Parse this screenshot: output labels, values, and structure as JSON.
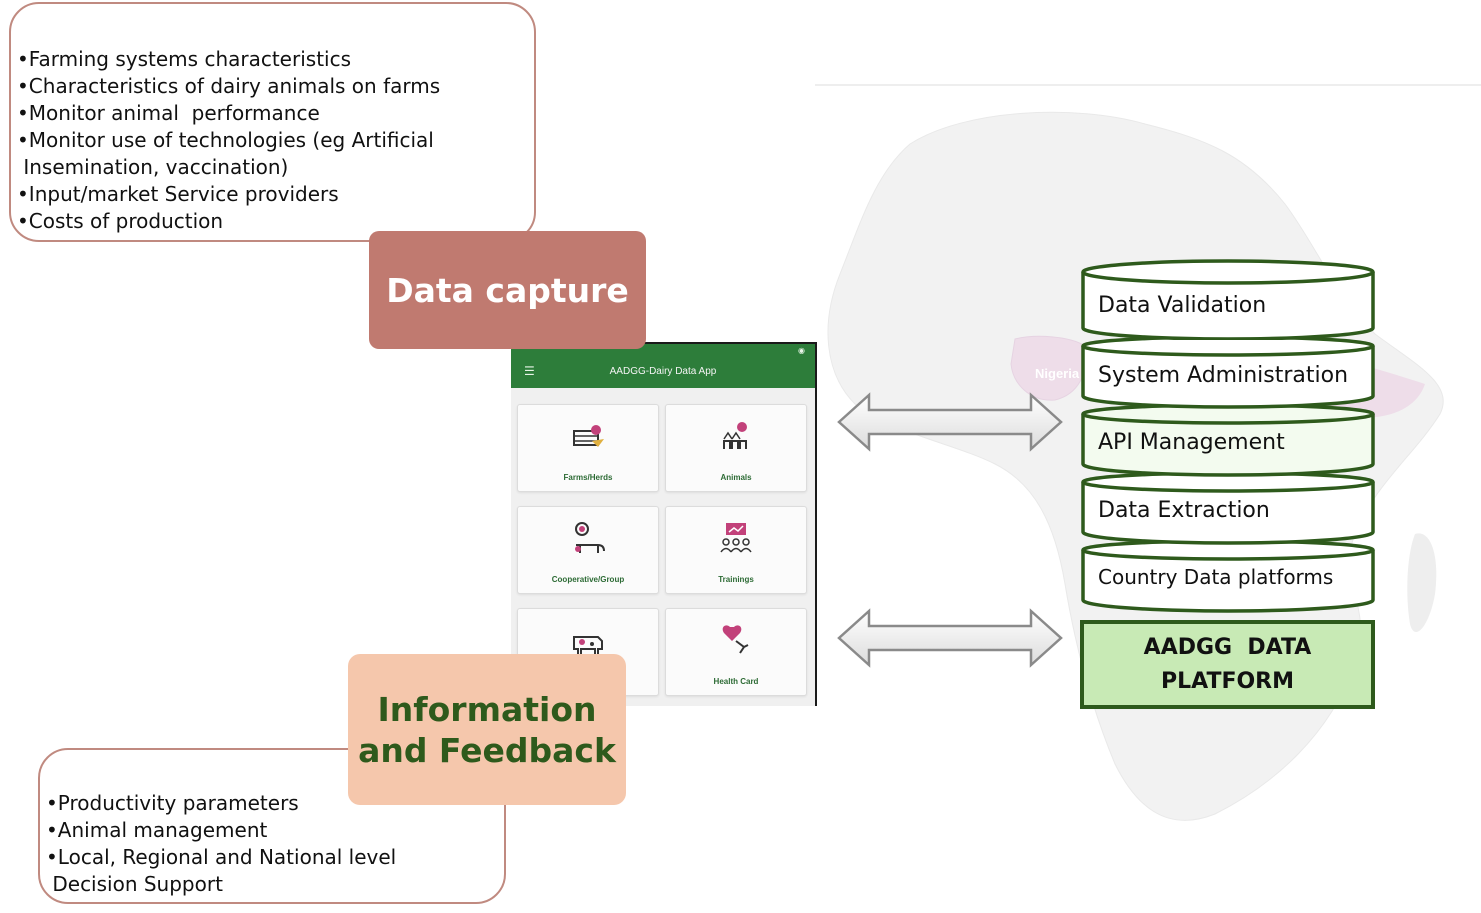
{
  "data_capture": {
    "label": "Data capture",
    "items": [
      "•Farming systems characteristics",
      "•Characteristics of dairy animals on farms",
      "•Monitor animal  performance",
      "•Monitor use of technologies (eg Artificial",
      " Insemination, vaccination)",
      "•Input/market Service providers",
      "•Costs of production"
    ]
  },
  "feedback": {
    "label": "Information\nand Feedback",
    "items": [
      "•Productivity parameters",
      "•Animal management",
      "•Local, Regional and National level",
      " Decision Support"
    ]
  },
  "app": {
    "title": "AADGG-Dairy Data App",
    "tiles": [
      {
        "label": "Farms/Herds",
        "icon": "farm-icon"
      },
      {
        "label": "Animals",
        "icon": "animals-icon"
      },
      {
        "label": "Cooperative/Group",
        "icon": "cooperative-icon"
      },
      {
        "label": "Trainings",
        "icon": "training-icon"
      },
      {
        "label": "",
        "icon": "cow-icon"
      },
      {
        "label": "Health Card",
        "icon": "health-card-icon"
      }
    ]
  },
  "map": {
    "country_label": "Nigeria"
  },
  "platform_layers": [
    "Data Validation",
    "System Administration",
    "API Management",
    "Data Extraction",
    "Country Data platforms"
  ],
  "platform": {
    "title": "AADGG  DATA\nPLATFORM"
  },
  "colors": {
    "capture_fill": "#c07a70",
    "feedback_fill": "#f5c7ac",
    "box_border": "#c08a80",
    "cylinder_border": "#2e5a1c",
    "platform_fill": "#c8eab5",
    "app_bar": "#2d7d3a"
  }
}
